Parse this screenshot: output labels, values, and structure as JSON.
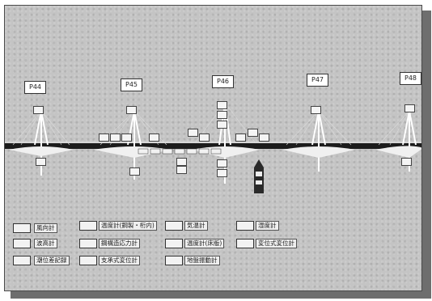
{
  "piers": [
    {
      "id": "p44",
      "label": "P44"
    },
    {
      "id": "p45",
      "label": "P45"
    },
    {
      "id": "p46",
      "label": "P46"
    },
    {
      "id": "p47",
      "label": "P47"
    },
    {
      "id": "p48",
      "label": "P48"
    }
  ],
  "legend": {
    "col1": [
      "風向計",
      "波高計",
      "潮位差記録"
    ],
    "col2": [
      "温度計(鋼製・桁内)",
      "鋼構造応力計",
      "支承式変位計"
    ],
    "col3": [
      "気温計",
      "温度計(床版)",
      "地盤振動計"
    ],
    "col4": [
      "湿度計",
      "変位式変位計"
    ]
  },
  "colors": {
    "background": "#c4c4c4",
    "deck": "#1c1c1c",
    "sensor": "#f4f4f4"
  }
}
